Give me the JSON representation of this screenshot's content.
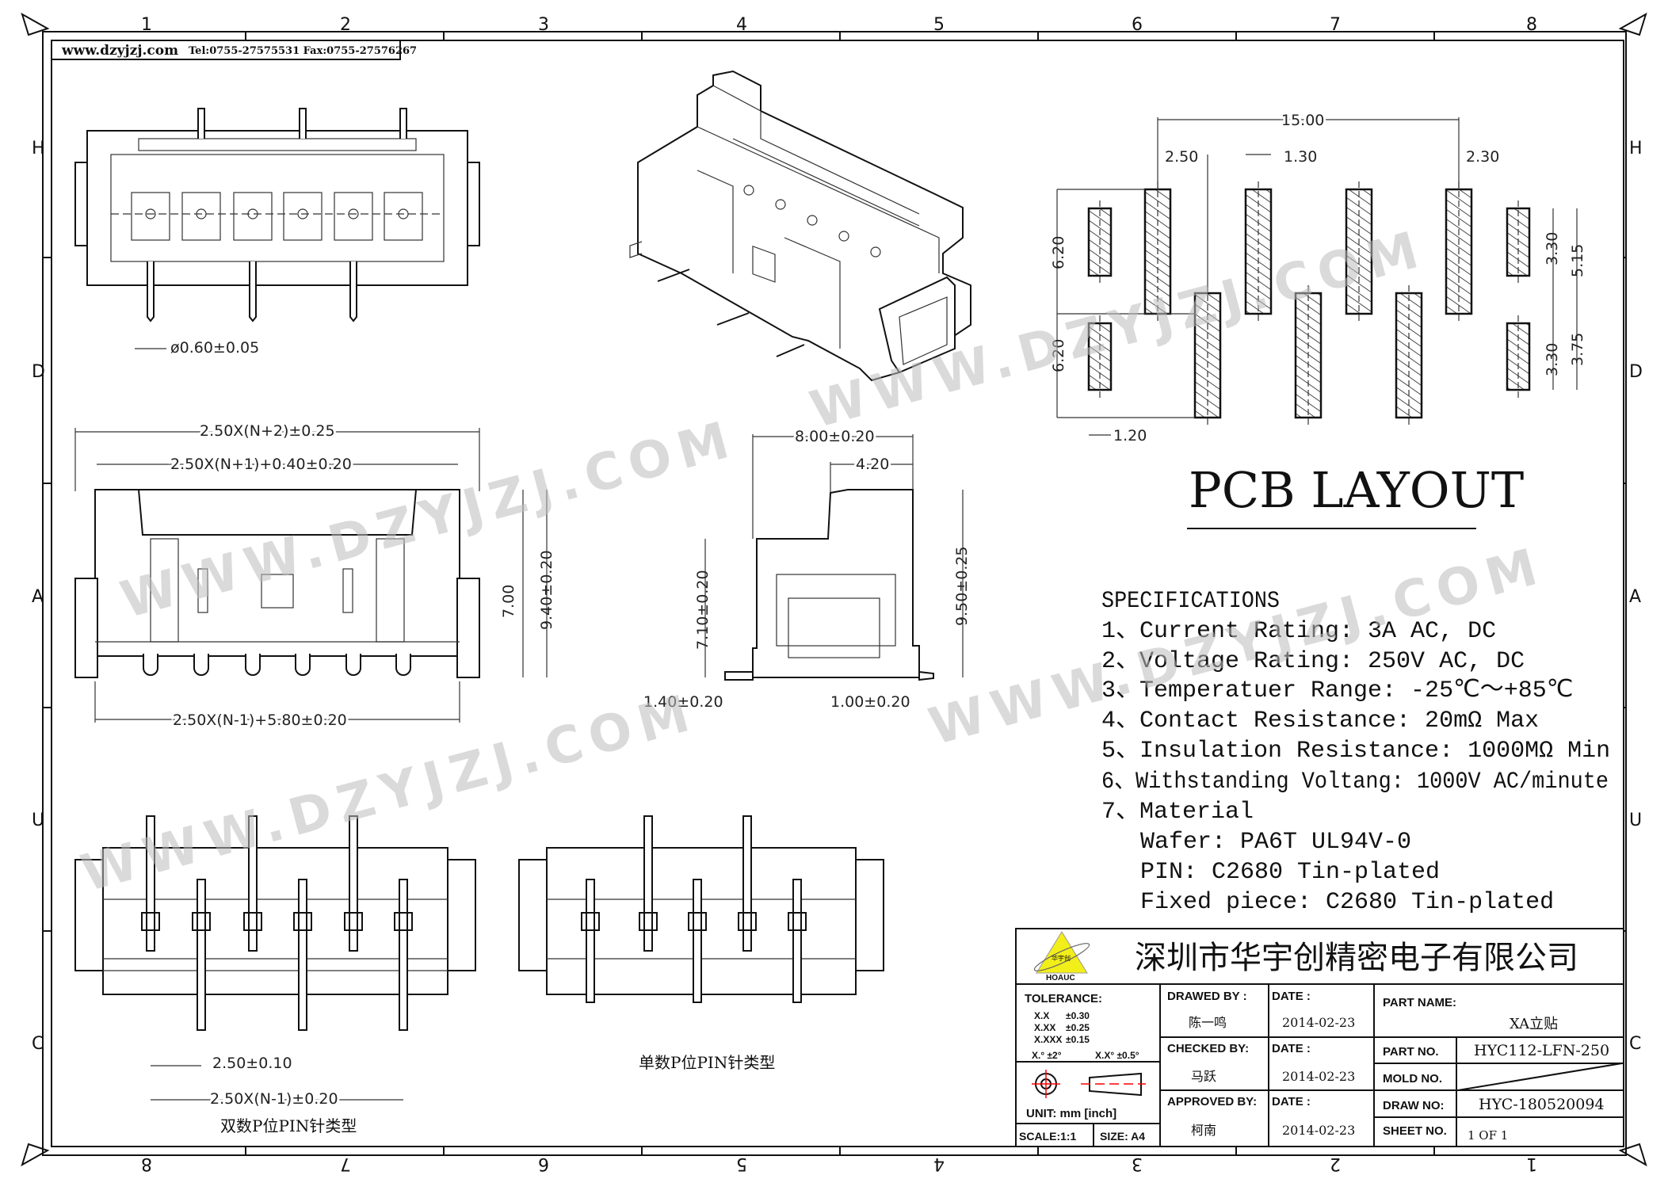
{
  "header": {
    "website": "www.dzyjzj.com",
    "contact": "Tel:0755-27575531  Fax:0755-27576267"
  },
  "grid": {
    "columns": [
      "1",
      "2",
      "3",
      "4",
      "5",
      "6",
      "7",
      "8"
    ],
    "rows": [
      "H",
      "D",
      "A",
      "U",
      "C"
    ]
  },
  "top_view": {
    "pin_diameter": "ø0.60±0.05"
  },
  "front_view": {
    "overall": "2.50X(N+2)±0.25",
    "inner": "2.50X(N+1)+0.40±0.20",
    "height_inner": "7.00",
    "height": "9.40±0.20",
    "bottom": "2.50X(N-1)+5.80±0.20"
  },
  "side_view": {
    "depth": "8.00±0.20",
    "top": "4.20",
    "height_left": "7.10±0.20",
    "height_right": "9.50±0.25",
    "left_pin": "1.40±0.20",
    "right_pin": "1.00±0.20"
  },
  "bottom_views": {
    "pitch": "2.50±0.10",
    "span": "2.50X(N-1)±0.20",
    "even_caption": "双数P位PIN针类型",
    "odd_caption": "单数P位PIN针类型"
  },
  "pcb": {
    "title": "PCB LAYOUT",
    "dims": {
      "total": "15.00",
      "pitch": "2.50",
      "pad_width": "1.30",
      "end_offset": "2.30",
      "row_height_top": "6.20",
      "row_height_bottom": "6.20",
      "side_pad_top": "3.30",
      "side_span": "5.15",
      "side_pad_bottom": "3.30",
      "side_offset": "3.75",
      "side_pad_width": "1.20"
    }
  },
  "specifications": {
    "title": "SPECIFICATIONS",
    "items": [
      "1、Current Rating: 3A AC, DC",
      "2、Voltage Rating: 250V AC, DC",
      "3、Temperatuer Range: -25℃～+85℃",
      "4、Contact Resistance: 20mΩ Max",
      "5、Insulation Resistance: 1000MΩ Min",
      "6、Withstanding Voltang: 1000V AC/minute",
      "7、Material"
    ],
    "material": [
      "Wafer: PA6T UL94V-0",
      "PIN: C2680 Tin-plated",
      "Fixed piece: C2680 Tin-plated"
    ]
  },
  "title_block": {
    "company": "深圳市华宇创精密电子有限公司",
    "logo_text": "HOAUC",
    "logo_cn": "华宇创",
    "tolerance_label": "TOLERANCE:",
    "tolerances": [
      [
        "X.X",
        "±0.30"
      ],
      [
        "X.XX",
        "±0.25"
      ],
      [
        "X.XXX",
        "±0.15"
      ]
    ],
    "angle_tol": [
      "X.° ±2°",
      "X.X° ±0.5°"
    ],
    "unit": "UNIT:  mm  [inch]",
    "scale": "SCALE:1:1",
    "size": "SIZE:  A4",
    "drawed_by_label": "DRAWED BY :",
    "drawed_by": "陈一鸣",
    "checked_by_label": "CHECKED BY:",
    "checked_by": "马跃",
    "approved_by_label": "APPROVED BY:",
    "approved_by": "柯南",
    "date_label": "DATE :",
    "dates": [
      "2014-02-23",
      "2014-02-23",
      "2014-02-23"
    ],
    "part_name_label": "PART NAME:",
    "part_name": "XA立贴",
    "part_no_label": "PART NO.",
    "part_no": "HYC112-LFN-250",
    "mold_no_label": "MOLD NO.",
    "draw_no_label": "DRAW NO:",
    "draw_no": "HYC-180520094",
    "sheet_no_label": "SHEET NO.",
    "sheet_no": "1 OF 1"
  },
  "watermark": "WWW.DZYJZJ.COM"
}
